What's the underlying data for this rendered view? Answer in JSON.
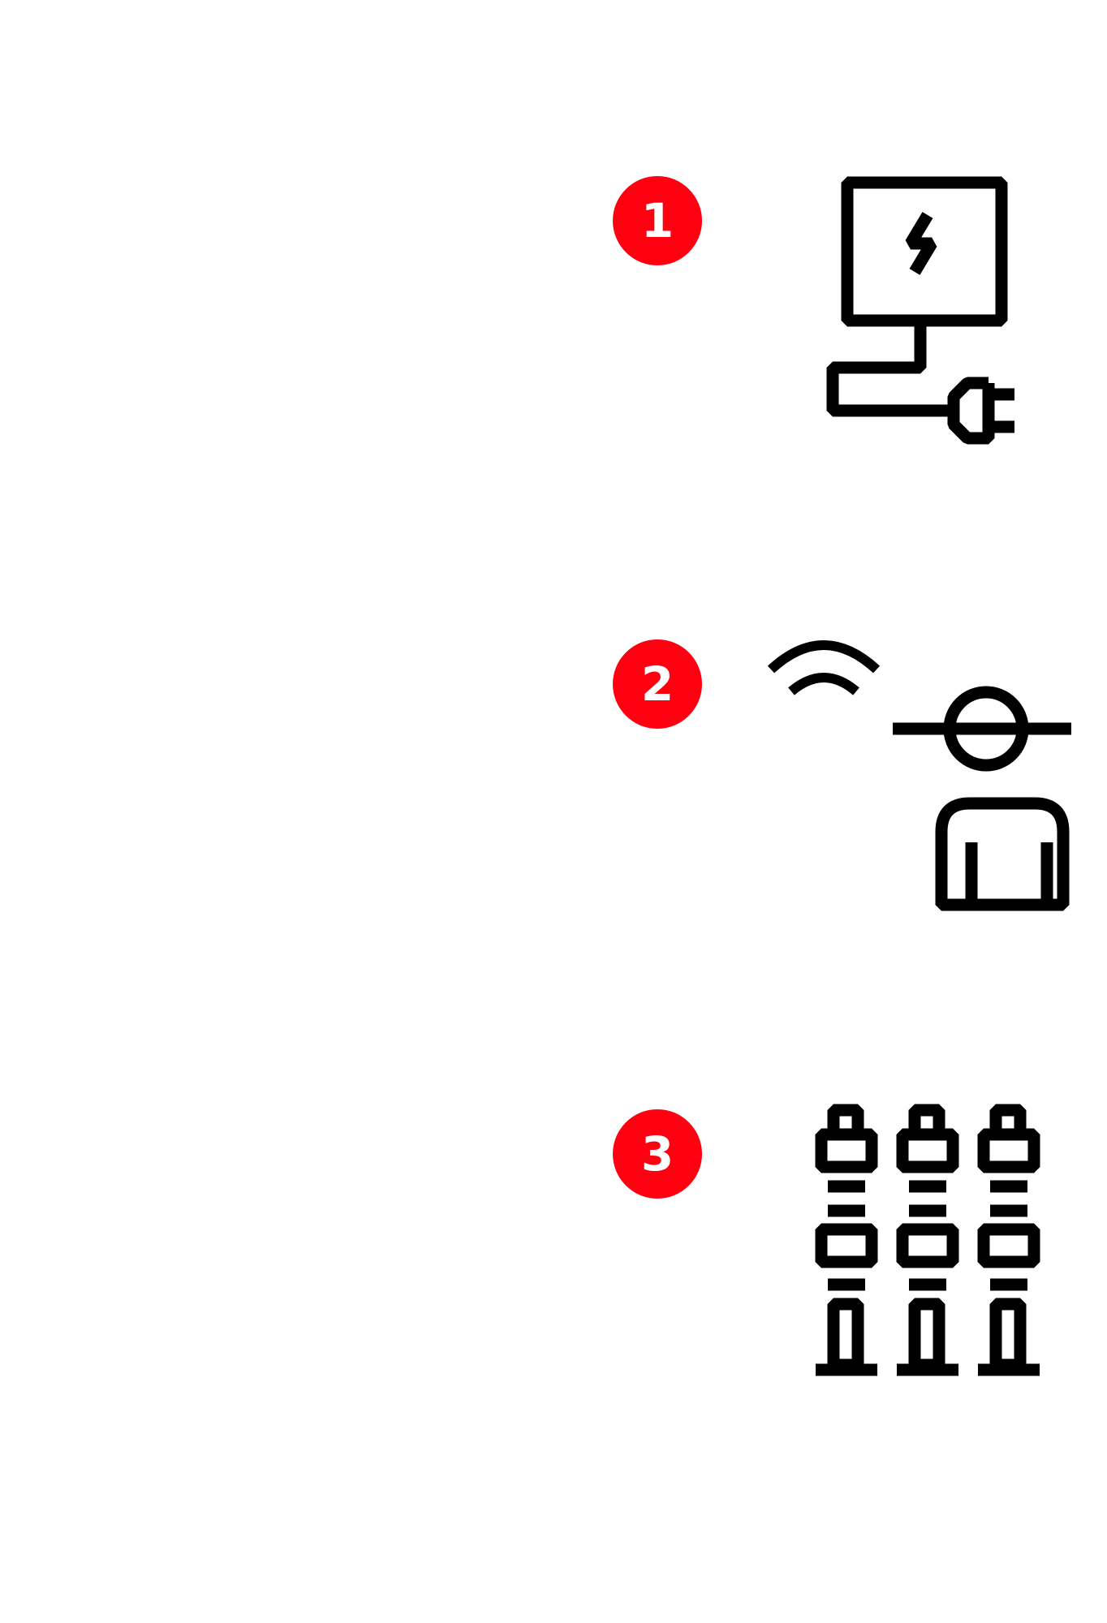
{
  "steps": [
    {
      "number": "1",
      "icon": "monitor-with-power-plug-icon"
    },
    {
      "number": "2",
      "icon": "technician-with-wireless-signal-icon"
    },
    {
      "number": "3",
      "icon": "three-battery-stacks-icon"
    }
  ],
  "colors": {
    "badge_background": "#ff0011",
    "badge_text": "#ffffff",
    "icon_stroke": "#000000",
    "page_background": "#ffffff"
  }
}
